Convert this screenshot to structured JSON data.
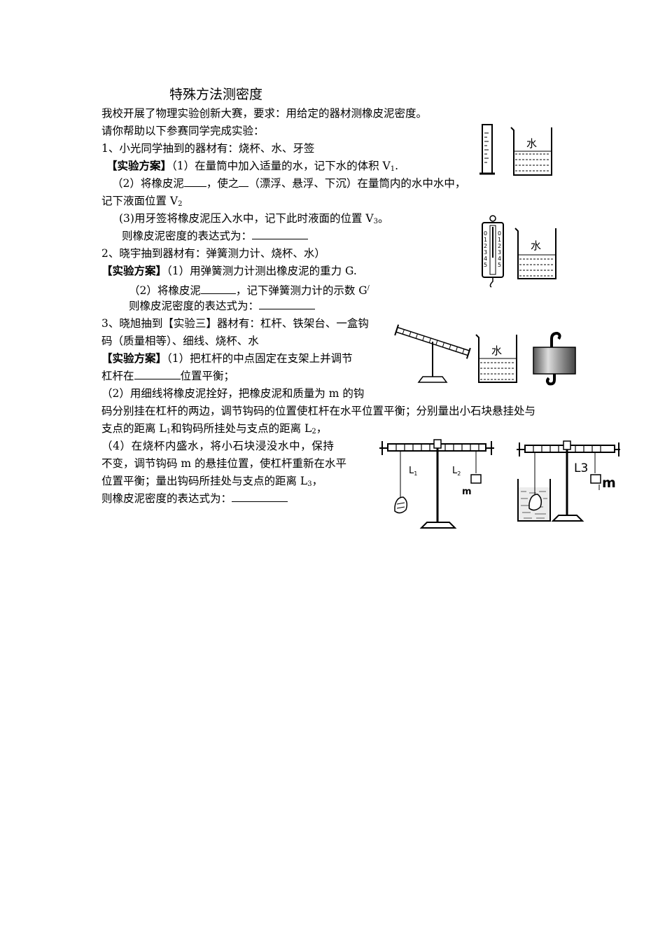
{
  "title": "特殊方法测密度",
  "intro": {
    "line1": "我校开展了物理实验创新大赛，要求：用给定的器材测橡皮泥密度。",
    "line2": "请你帮助以下参赛同学完成实验："
  },
  "q1": {
    "materials": "1、小光同学抽到的器材有：烧杯、水、牙签",
    "plan_label": "【实验方案】",
    "step1": "（1）在量筒中加入适量的水，记下水的体积 V",
    "step1_sub": "1",
    "step1_end": ".",
    "step2_a": "（2）将橡皮泥",
    "step2_b": "，使之",
    "step2_c": "（漂浮、悬浮、下沉）在量筒内的水中水中，",
    "step2_d": "记下液面位置 V",
    "step2_d_sub": "2",
    "step3": "(3)用牙签将橡皮泥压入水中，记下此时液面的位置 V",
    "step3_sub": "3",
    "step3_end": "。",
    "expr": "则橡皮泥密度的表达式为："
  },
  "q2": {
    "materials": "2、晓宇抽到器材有：弹簧测力计、烧杯、水）",
    "plan_label": "【实验方案】",
    "step1": "（1）用弹簧测力计测出橡皮泥的重力 G.",
    "step2_a": "（2）将橡皮泥",
    "step2_b": "，记下弹簧测力计的示数 G",
    "step2_prime": "/",
    "expr": "则橡皮泥密度的表达式为："
  },
  "q3": {
    "materials_1": "3、晓旭抽到【实验三】器材有：杠杆、铁架台、一盒钩",
    "materials_2": "码（质量相等）、细线、烧杯、水",
    "plan_label": "【实验方案】",
    "step1_a": "（1）把杠杆的中点固定在支架上并调节",
    "step1_b": "杠杆在",
    "step1_c": "位置平衡；",
    "step2_a": "（2）用细线将橡皮泥拴好，把橡皮泥和质量为 m 的钩",
    "step2_b": "码分别挂在杠杆的两边，调节钩码的位置使杠杆在水平位置平衡；分别量出小石块悬挂处与",
    "step2_c": "支点的距离 L",
    "step2_c_sub": "1",
    "step2_d": "和钩码所挂处与支点的距离 L",
    "step2_d_sub": "2",
    "step2_e": "，",
    "step4_a": "（4）在烧杯内盛水，将小石块浸没水中，保持",
    "step4_b": "不变，调节钩码 m 的悬挂位置，使杠杆重新在水平",
    "step4_c": "位置平衡；量出钩码所挂处与支点的距离 L",
    "step4_c_sub": "3",
    "step4_d": "，",
    "expr": "则橡皮泥密度的表达式为："
  },
  "figures": {
    "water_label": "水",
    "scale_numbers": [
      "0",
      "1",
      "2",
      "3",
      "4",
      "5"
    ],
    "label_L1": "L",
    "label_L1_sub": "1",
    "label_L2": "L",
    "label_L2_sub": "2",
    "label_m": "m",
    "label_L3": "L3",
    "label_m2": "m"
  }
}
